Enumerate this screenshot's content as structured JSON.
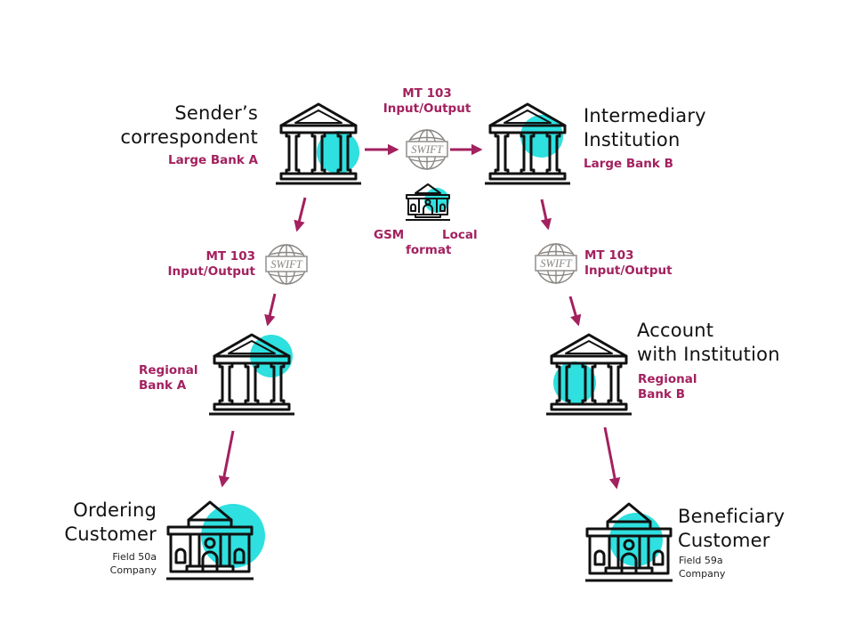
{
  "diagram": {
    "title": "MT 103 payment flow via correspondent banks",
    "colors": {
      "accent": "#a3215f",
      "highlight": "#2ee0df",
      "outline": "#111111",
      "swift_gray": "#8a8784"
    },
    "nodes": {
      "senders_correspondent": {
        "title_line1": "Sender’s",
        "title_line2": "correspondent",
        "subtitle": "Large Bank A",
        "icon": "bank-icon"
      },
      "intermediary": {
        "title_line1": "Intermediary",
        "title_line2": "Institution",
        "subtitle": "Large Bank B",
        "icon": "bank-icon"
      },
      "regional_a": {
        "subtitle_line1": "Regional",
        "subtitle_line2": "Bank A",
        "icon": "bank-icon"
      },
      "account_with": {
        "title_line1": "Account",
        "title_line2": "with Institution",
        "subtitle_line1": "Regional",
        "subtitle_line2": "Bank B",
        "icon": "bank-icon"
      },
      "ordering_customer": {
        "title_line1": "Ordering",
        "title_line2": "Customer",
        "detail_line1": "Field 50a",
        "detail_line2": "Company",
        "icon": "company-building-icon"
      },
      "beneficiary_customer": {
        "title_line1": "Beneficiary",
        "title_line2": "Customer",
        "detail_line1": "Field 59a",
        "detail_line2": "Company",
        "icon": "company-building-icon"
      }
    },
    "channels": {
      "top": {
        "line1": "MT 103",
        "line2": "Input/Output",
        "icon_text": "SWIFT"
      },
      "left": {
        "line1": "MT 103",
        "line2": "Input/Output",
        "icon_text": "SWIFT"
      },
      "right": {
        "line1": "MT 103",
        "line2": "Input/Output",
        "icon_text": "SWIFT"
      },
      "gsm": {
        "label_left": "GSM",
        "label_right": "Local",
        "label_bottom": "format",
        "icon": "company-building-icon"
      }
    },
    "edges": [
      {
        "from": "senders_correspondent",
        "to": "swift-top"
      },
      {
        "from": "swift-top",
        "to": "intermediary"
      },
      {
        "from": "senders_correspondent",
        "to": "swift-left"
      },
      {
        "from": "swift-left",
        "to": "regional_a"
      },
      {
        "from": "regional_a",
        "to": "ordering_customer"
      },
      {
        "from": "intermediary",
        "to": "swift-right"
      },
      {
        "from": "swift-right",
        "to": "account_with"
      },
      {
        "from": "account_with",
        "to": "beneficiary_customer"
      }
    ]
  }
}
